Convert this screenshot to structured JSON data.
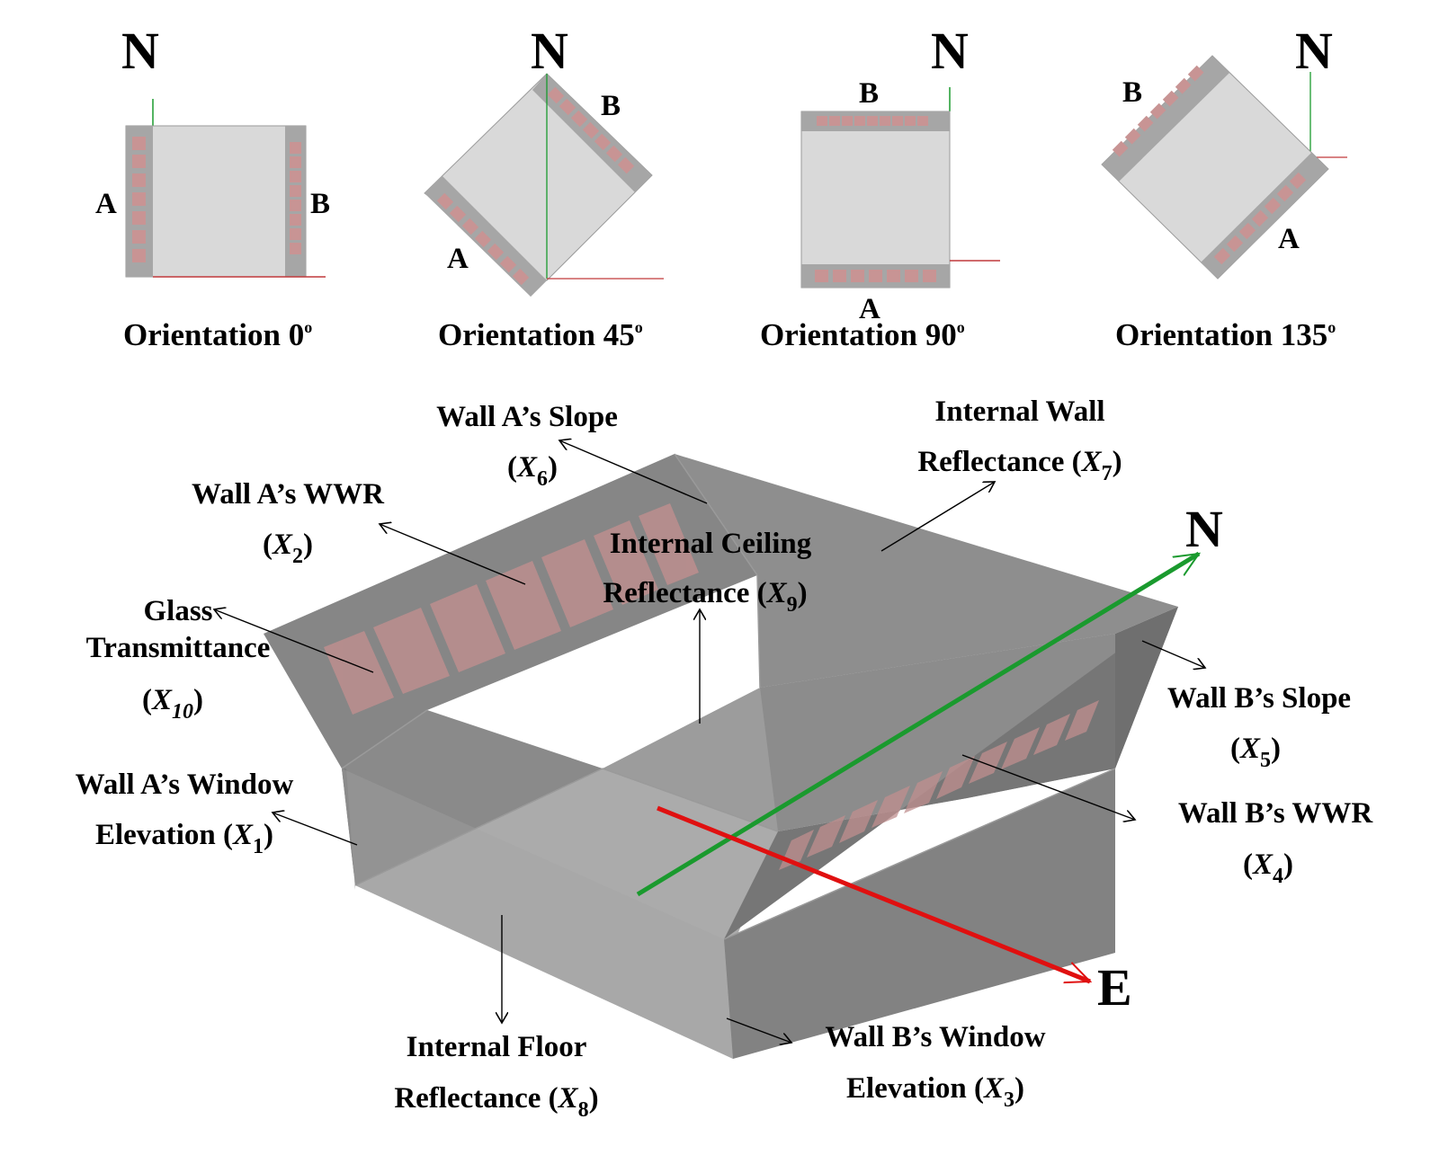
{
  "colors": {
    "wall_dark": "#7f7f7f",
    "wall_mid": "#8c8c8c",
    "floor": "#ababab",
    "plan_fill": "#d9d9d9",
    "plan_edge": "#a6a6a6",
    "window": "#c89494",
    "north_axis": "#1a9a2e",
    "east_axis": "#e01010"
  },
  "orientations": [
    {
      "north": "N",
      "caption": "Orientation 0",
      "deg": "o",
      "wall_a": "A",
      "wall_b": "B"
    },
    {
      "north": "N",
      "caption": "Orientation 45",
      "deg": "o",
      "wall_a": "A",
      "wall_b": "B"
    },
    {
      "north": "N",
      "caption": "Orientation 90",
      "deg": "o",
      "wall_a": "A",
      "wall_b": "B"
    },
    {
      "north": "N",
      "caption": "Orientation 135",
      "deg": "o",
      "wall_a": "A",
      "wall_b": "B"
    }
  ],
  "axes": {
    "north": "N",
    "east": "E"
  },
  "labels": {
    "x1": {
      "line1": "Wall A’s Window",
      "line2": "Elevation (",
      "var": "X",
      "sub": "1",
      "close": ")"
    },
    "x2": {
      "line1": "Wall A’s WWR",
      "line2": "(",
      "var": "X",
      "sub": "2",
      "close": ")"
    },
    "x3": {
      "line1": "Wall B’s Window",
      "line2": "Elevation (",
      "var": "X",
      "sub": "3",
      "close": ")"
    },
    "x4": {
      "line1": "Wall B’s WWR",
      "line2": "(",
      "var": "X",
      "sub": "4",
      "close": ")"
    },
    "x5": {
      "line1": "Wall B’s Slope",
      "line2": "(",
      "var": "X",
      "sub": "5",
      "close": ")"
    },
    "x6": {
      "line1": "Wall A’s Slope",
      "line2": "(",
      "var": "X",
      "sub": "6",
      "close": ")"
    },
    "x7": {
      "line1": "Internal Wall",
      "line2": "Reflectance (",
      "var": "X",
      "sub": "7",
      "close": ")"
    },
    "x8": {
      "line1": "Internal Floor",
      "line2": "Reflectance (",
      "var": "X",
      "sub": "8",
      "close": ")"
    },
    "x9": {
      "line1": "Internal Ceiling",
      "line2": "Reflectance (",
      "var": "X",
      "sub": "9",
      "close": ")"
    },
    "x10": {
      "line1": "Glass",
      "line1b": "Transmittance",
      "line2": "(",
      "var": "X",
      "sub": "10",
      "close": ")"
    }
  }
}
